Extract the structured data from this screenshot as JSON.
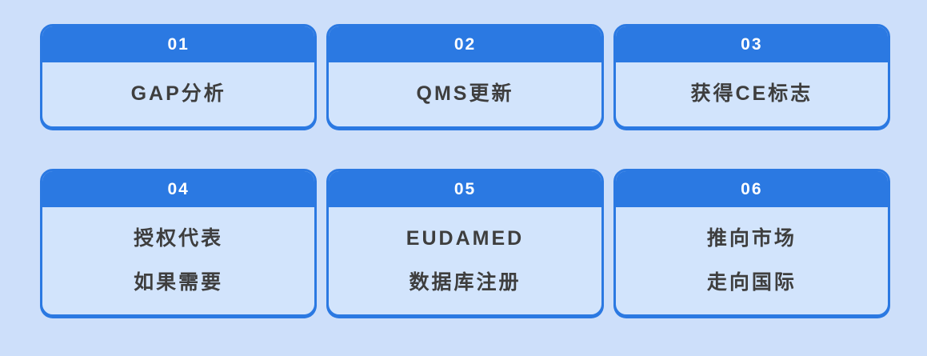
{
  "colors": {
    "accent": "#2b79e2",
    "card_body": "#d2e4fc",
    "page_bg": "#cddffa",
    "text_dark": "#3e3e3e",
    "number_text": "#ffffff"
  },
  "cards": [
    {
      "number": "01",
      "lines": [
        "GAP分析"
      ]
    },
    {
      "number": "02",
      "lines": [
        "QMS更新"
      ]
    },
    {
      "number": "03",
      "lines": [
        "获得CE标志"
      ]
    },
    {
      "number": "04",
      "lines": [
        "授权代表",
        "如果需要"
      ]
    },
    {
      "number": "05",
      "lines": [
        "EUDAMED",
        "数据库注册"
      ]
    },
    {
      "number": "06",
      "lines": [
        "推向市场",
        "走向国际"
      ]
    }
  ]
}
